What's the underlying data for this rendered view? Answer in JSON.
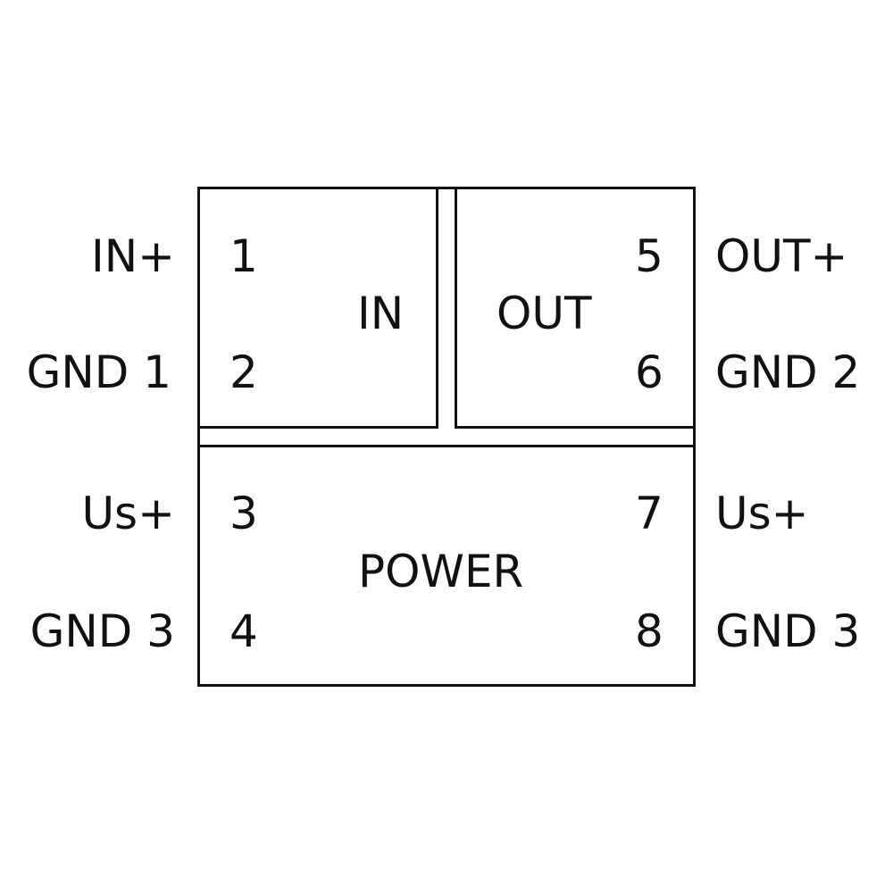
{
  "blocks": {
    "in": "IN",
    "out": "OUT",
    "power": "POWER"
  },
  "pins": {
    "p1": "1",
    "p2": "2",
    "p3": "3",
    "p4": "4",
    "p5": "5",
    "p6": "6",
    "p7": "7",
    "p8": "8"
  },
  "labels_left": {
    "in_plus": "IN+",
    "gnd1": "GND 1",
    "us_plus": "Us+",
    "gnd3": "GND 3"
  },
  "labels_right": {
    "out_plus": "OUT+",
    "gnd2": "GND 2",
    "us_plus": "Us+",
    "gnd3": "GND 3"
  }
}
